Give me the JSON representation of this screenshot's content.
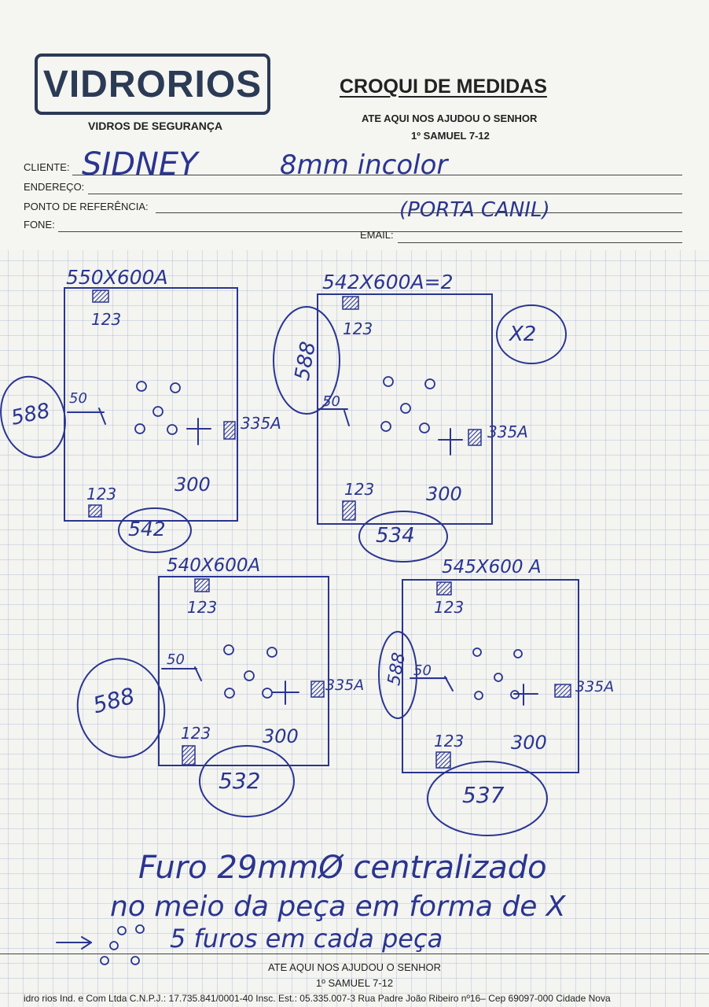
{
  "logo": {
    "name": "VIDRORIOS",
    "subtitle": "VIDROS DE SEGURANÇA"
  },
  "title": "CROQUI DE MEDIDAS",
  "motto": "ATE AQUI NOS AJUDOU O SENHOR",
  "verse": "1º SAMUEL 7-12",
  "form": {
    "cliente_label": "CLIENTE:",
    "cliente_value": "SIDNEY",
    "glass_spec": "8mm incolor",
    "endereco_label": "ENDEREÇO:",
    "referencia_label": "PONTO DE REFERÊNCIA:",
    "referencia_note": "(PORTA CANIL)",
    "fone_label": "FONE:",
    "email_label": "EMAIL:"
  },
  "pieces": [
    {
      "size": "550X600A",
      "left": "588",
      "bottom": "542",
      "top_mark": "123",
      "bottom_mark": "123",
      "edge": "50",
      "lock": "335A",
      "lock_offset": "300"
    },
    {
      "size": "542X600A=2",
      "left": "588",
      "bottom": "534",
      "top_mark": "123",
      "bottom_mark": "123",
      "edge": "50",
      "lock": "335A",
      "lock_offset": "300",
      "qty": "X2"
    },
    {
      "size": "540X600A",
      "left": "588",
      "bottom": "532",
      "top_mark": "123",
      "bottom_mark": "123",
      "edge": "50",
      "lock": "335A",
      "lock_offset": "300"
    },
    {
      "size": "545X600 A",
      "left": "588",
      "bottom": "537",
      "top_mark": "123",
      "bottom_mark": "123",
      "edge": "50",
      "lock": "335A",
      "lock_offset": "300"
    }
  ],
  "notes": {
    "line1": "Furo 29mmØ centralizado",
    "line2": "no meio da peça em forma de X",
    "line3": "5 furos em cada peça"
  },
  "footer": {
    "motto": "ATE AQUI NOS AJUDOU O SENHOR",
    "verse": "1º SAMUEL 7-12",
    "company": "idro rios Ind. e Com Ltda C.N.P.J.: 17.735.841/0001-40 Insc. Est.: 05.335.007-3 Rua Padre João Ribeiro nº16– Cep 69097-000 Cidade Nova"
  },
  "colors": {
    "ink": "#2a3590",
    "print": "#222222",
    "logo": "#2b3a55"
  }
}
